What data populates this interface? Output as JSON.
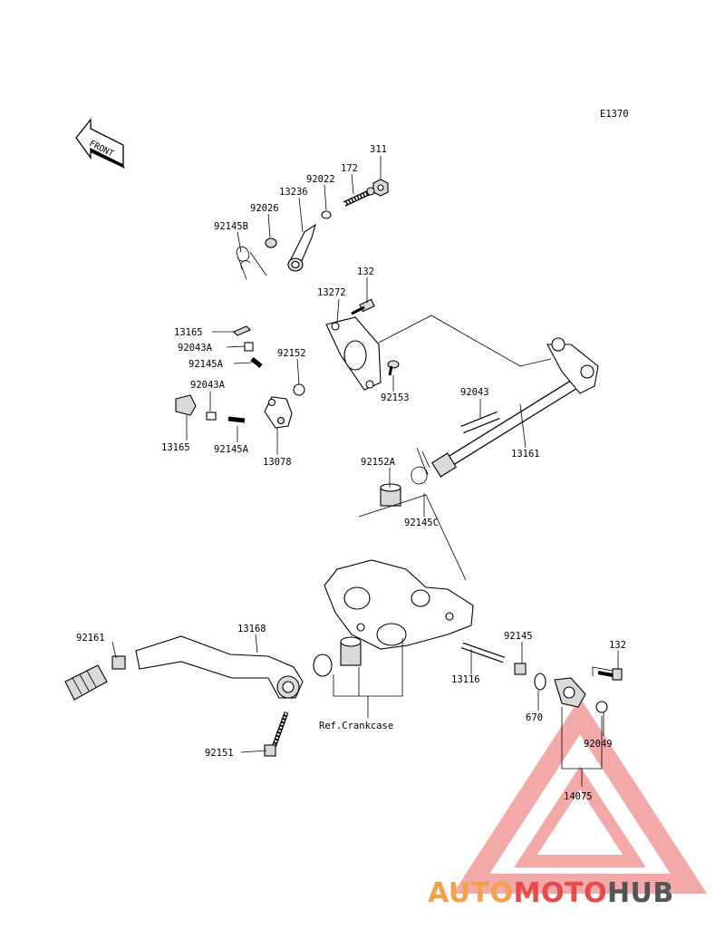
{
  "diagram_code": "E1370",
  "front_label": "FRONT",
  "ref_label": "Ref.Crankcase",
  "watermark": {
    "auto": "AUTO",
    "moto": "MOTO",
    "hub": "HUB"
  },
  "parts": {
    "p311": "311",
    "p172": "172",
    "p92022": "92022",
    "p13236": "13236",
    "p92026": "92026",
    "p92145B": "92145B",
    "p132a": "132",
    "p13272": "13272",
    "p13165a": "13165",
    "p92043A_a": "92043A",
    "p92145A_a": "92145A",
    "p92152": "92152",
    "p92153": "92153",
    "p92043A_b": "92043A",
    "p92043": "92043",
    "p13165b": "13165",
    "p92145A_b": "92145A",
    "p13078": "13078",
    "p13161": "13161",
    "p92152A": "92152A",
    "p92145C": "92145C",
    "p92161": "92161",
    "p13168": "13168",
    "p92145": "92145",
    "p132b": "132",
    "p13116": "13116",
    "p670": "670",
    "p92049": "92049",
    "p92151": "92151",
    "p14075": "14075"
  },
  "colors": {
    "watermark_red": "#e84a4a",
    "watermark_orange": "#f4a24a",
    "watermark_gray": "#555555"
  }
}
